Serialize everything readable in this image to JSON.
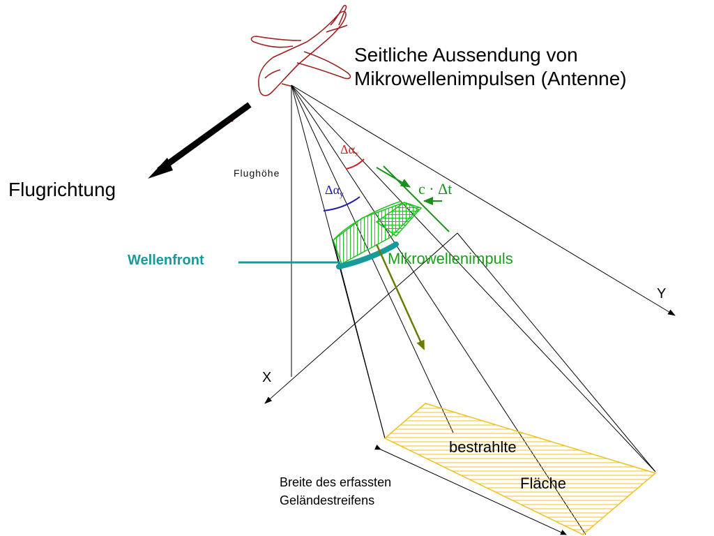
{
  "title": {
    "line1": "Seitliche Aussendung von",
    "line2": "Mikrowellenimpulsen (Antenne)"
  },
  "labels": {
    "flugrichtung": "Flugrichtung",
    "flughoehe": "Flughöhe",
    "wellenfront": "Wellenfront",
    "mikrowellenimpuls": "Mikrowellenimpuls",
    "axis_y": "Y",
    "axis_x": "X",
    "bestrahlte": "bestrahlte",
    "flaeche": "Fläche",
    "breite_line1": "Breite des erfassten",
    "breite_line2": "Geländestreifens"
  },
  "symbols": {
    "c_dt": "c · Δt",
    "delta_alpha": "Δα",
    "sub_x": "x",
    "sub_y": "y"
  },
  "colors": {
    "airplane": "#a02020",
    "delta_x": "#d02020",
    "delta_y": "#1a1aa8",
    "pulse": "#22c022",
    "wavefront": "#169a9a",
    "ray": "#6b7a00",
    "area": "#f0c020"
  },
  "icons": {
    "airplane": "airplane-icon",
    "direction": "arrow-icon"
  }
}
